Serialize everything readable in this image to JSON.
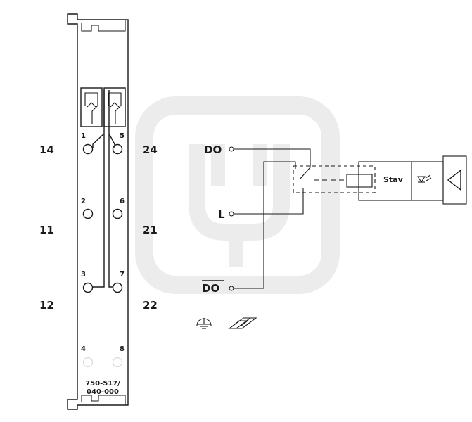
{
  "module": {
    "pins": [
      "1",
      "5",
      "2",
      "6",
      "3",
      "7",
      "4",
      "8"
    ],
    "part_number_line1": "750-517/",
    "part_number_line2": "040-000"
  },
  "terminals_left": [
    "14",
    "11",
    "12"
  ],
  "terminals_right": [
    "24",
    "21",
    "22"
  ],
  "circuit": {
    "do_label": "DO",
    "l_label": "L",
    "do_bar_label": "DO",
    "status_label": "Stav"
  },
  "colors": {
    "ink": "#1a1a1a",
    "module_fill": "#f4f4f4",
    "watermark": "#e6e6e6"
  },
  "icons": [
    "ground-icon",
    "din-rail-icon",
    "led-icon",
    "triangle-icon"
  ]
}
